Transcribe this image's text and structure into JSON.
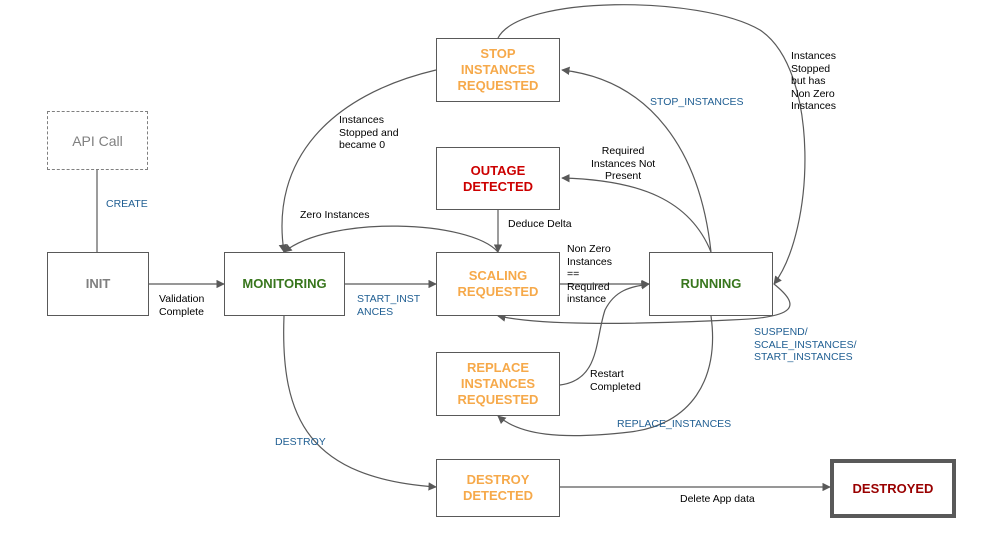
{
  "colors": {
    "init": "#7f7f7f",
    "active": "#38761d",
    "transitional": "#f6a94a",
    "outage": "#cc0000",
    "destroyed": "#990000",
    "event_label": "#1f5e92",
    "edge": "#595959"
  },
  "nodes": {
    "api_call": "API Call",
    "init": "INIT",
    "monitoring": "MONITORING",
    "stop_requested": "STOP\nINSTANCES\nREQUESTED",
    "outage_detected": "OUTAGE\nDETECTED",
    "scaling_requested": "SCALING\nREQUESTED",
    "running": "RUNNING",
    "replace_requested": "REPLACE\nINSTANCES\nREQUESTED",
    "destroy_detected": "DESTROY\nDETECTED",
    "destroyed": "DESTROYED"
  },
  "edge_labels": {
    "create": "CREATE",
    "validation_complete": "Validation\nComplete",
    "instances_stopped_zero": "Instances\nStopped and\nbecame 0",
    "zero_instances": "Zero Instances",
    "start_instances_split": "START_INST\nANCES",
    "stop_instances": "STOP_INSTANCES",
    "required_not_present": "Required\nInstances Not\nPresent",
    "deduce_delta": "Deduce Delta",
    "non_zero_equals_required": "Non Zero\nInstances\n==\nRequired\ninstance",
    "stopped_non_zero": "Instances\nStopped\nbut has\nNon Zero\nInstances",
    "suspend_scale_start": "SUSPEND/\nSCALE_INSTANCES/\nSTART_INSTANCES",
    "restart_completed": "Restart\nCompleted",
    "replace_instances": "REPLACE_INSTANCES",
    "destroy": "DESTROY",
    "delete_app_data": "Delete App data"
  }
}
